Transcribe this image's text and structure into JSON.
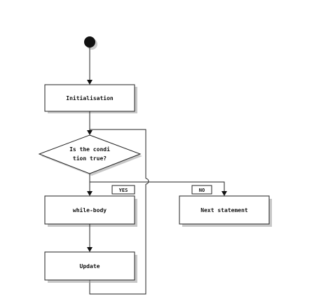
{
  "diagram": {
    "nodes": {
      "initialisation": "Initialisation",
      "condition_line1": "Is the condi",
      "condition_line2": "tion true?",
      "while_body": "while-body",
      "update": "Update",
      "next_statement": "Next statement"
    },
    "edge_labels": {
      "yes": "YES",
      "no": "NO"
    }
  }
}
